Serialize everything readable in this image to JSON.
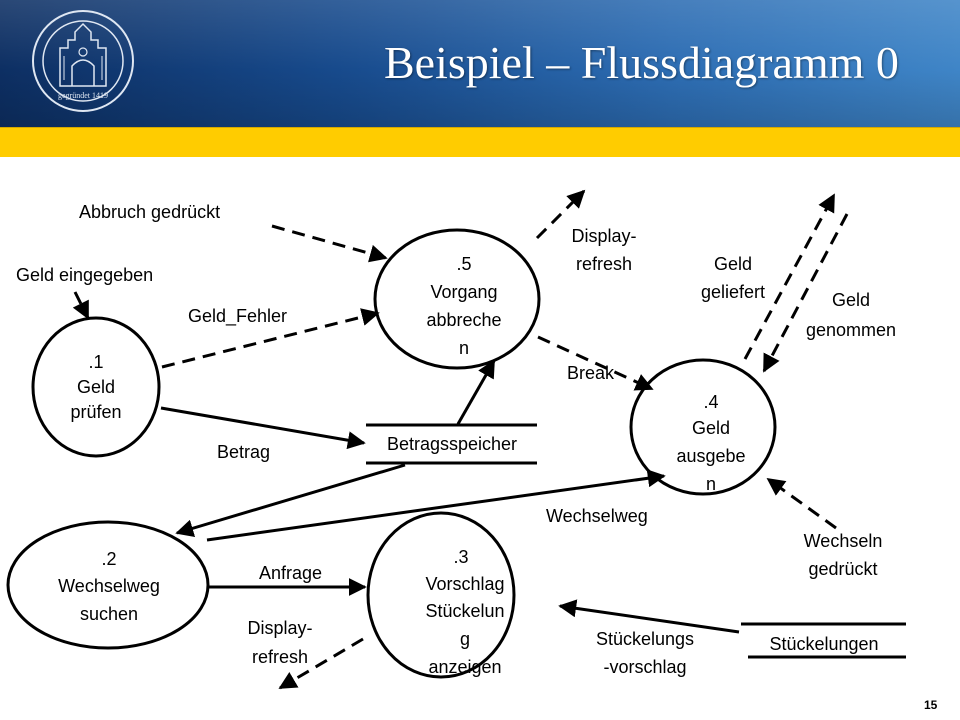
{
  "title": "Beispiel – Flussdiagramm 0",
  "seal_text": "gegründet 1419",
  "slide_number": "15",
  "colors": {
    "header_dark": "#0d2f63",
    "header_light": "#3f85c7",
    "accent_bar": "#ffcc00"
  },
  "processes": {
    "p1": [
      "Geld",
      "prüfen"
    ],
    "p1_num": ".1",
    "p2": [
      "Wechselweg",
      "suchen"
    ],
    "p2_num": ".2",
    "p3": [
      "Vorschlag",
      "Stückelun",
      "g",
      "anzeigen"
    ],
    "p3_num": ".3",
    "p4": [
      "Geld",
      "ausgebe",
      "n"
    ],
    "p4_num": ".4",
    "p5": [
      "Vorgang",
      "abbreche",
      "n"
    ],
    "p5_num": ".5"
  },
  "stores": {
    "betrag": "Betragsspeicher",
    "stueckelungen": "Stückelungen"
  },
  "flows": {
    "abbruch": "Abbruch gedrückt",
    "geld_eingegeben": "Geld eingegeben",
    "geld_fehler": "Geld_Fehler",
    "display_refresh_top": [
      "Display-",
      "refresh"
    ],
    "geld_geliefert": [
      "Geld",
      "geliefert"
    ],
    "geld_genommen": [
      "Geld",
      "genommen"
    ],
    "break": "Break",
    "betrag": "Betrag",
    "wechselweg": "Wechselweg",
    "wechseln_gedrueckt": [
      "Wechseln",
      "gedrückt"
    ],
    "anfrage": "Anfrage",
    "display_refresh_bottom": [
      "Display-",
      "refresh"
    ],
    "stueckelungsvorschlag": [
      "Stückelungs",
      "-vorschlag"
    ]
  }
}
